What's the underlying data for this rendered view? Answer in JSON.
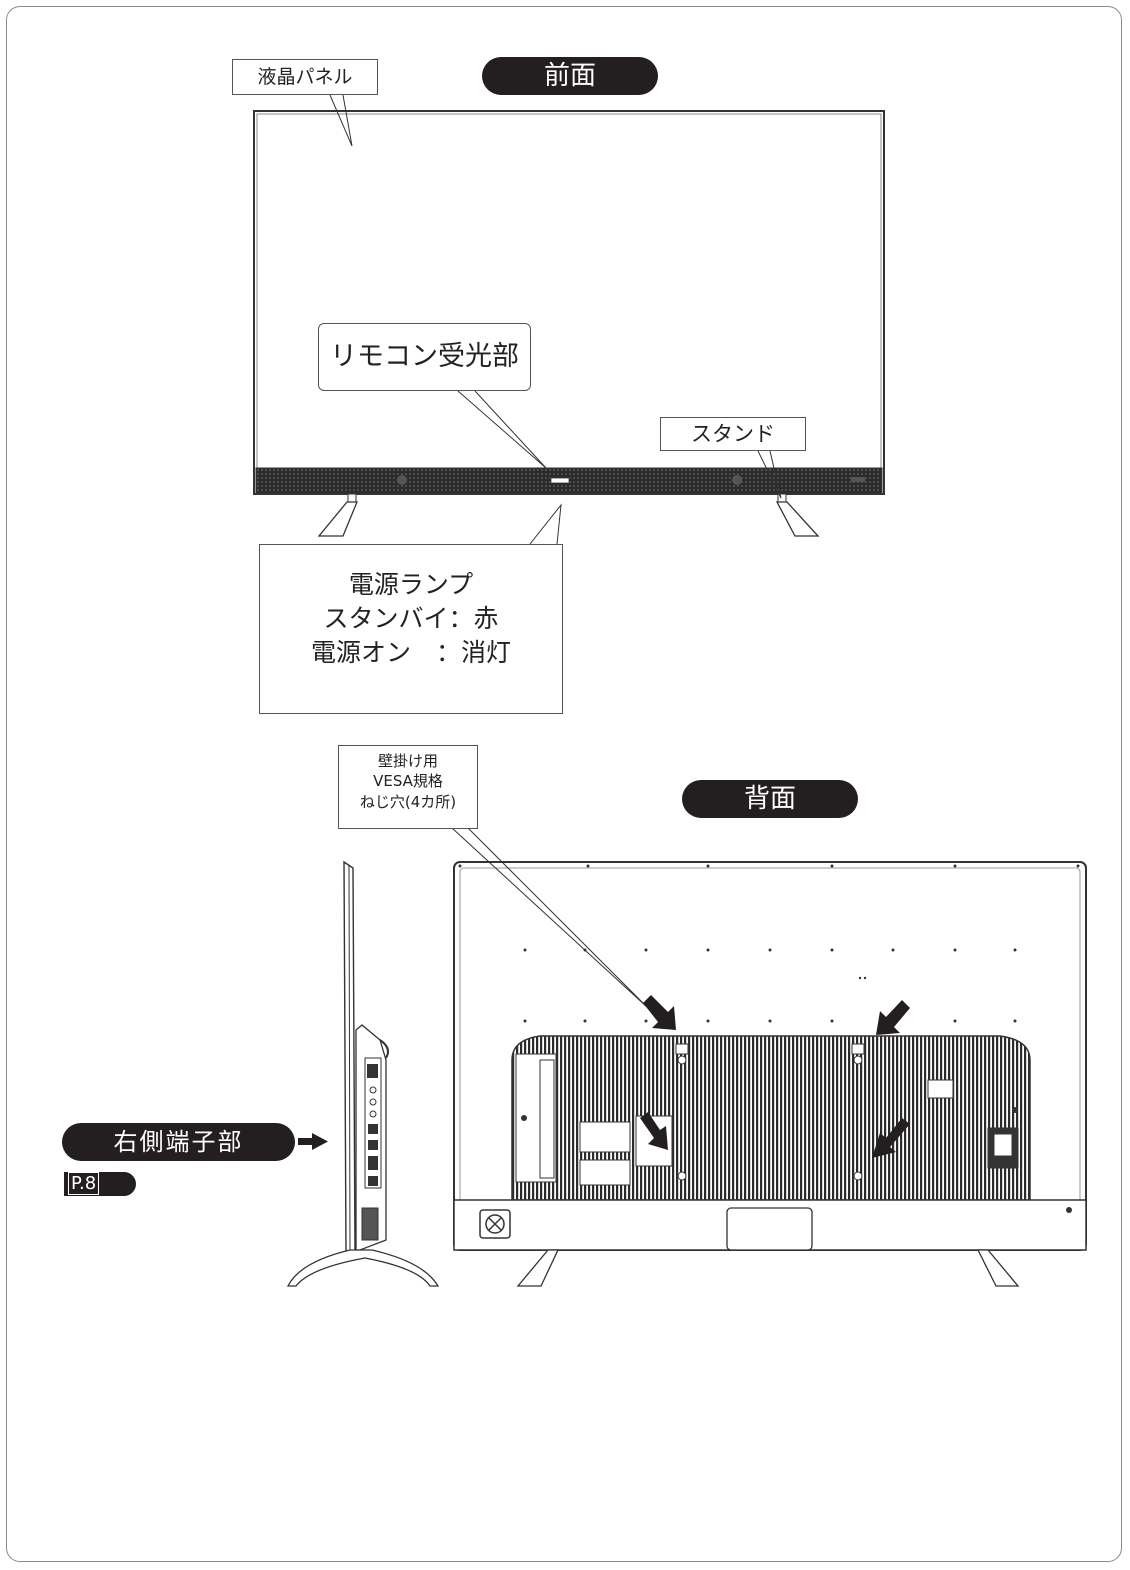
{
  "front": {
    "title": "前面",
    "panel_label": "液晶パネル",
    "remote_sensor_label": "リモコン受光部",
    "stand_label": "スタンド",
    "power_lamp": {
      "line1": "電源ランプ",
      "line2": "スタンバイ：赤",
      "line3": "電源オン　：消灯"
    }
  },
  "back": {
    "title": "背面",
    "vesa_label": {
      "line1": "壁掛け用",
      "line2": "VESA規格",
      "line3": "ねじ穴(4カ所)"
    }
  },
  "side": {
    "terminal_label": "右側端子部",
    "page_ref": "P.8"
  },
  "colors": {
    "ink": "#231f20",
    "line": "#333333",
    "frame": "#8a8a8a",
    "back_panel_fill": "#3a3a3a"
  }
}
